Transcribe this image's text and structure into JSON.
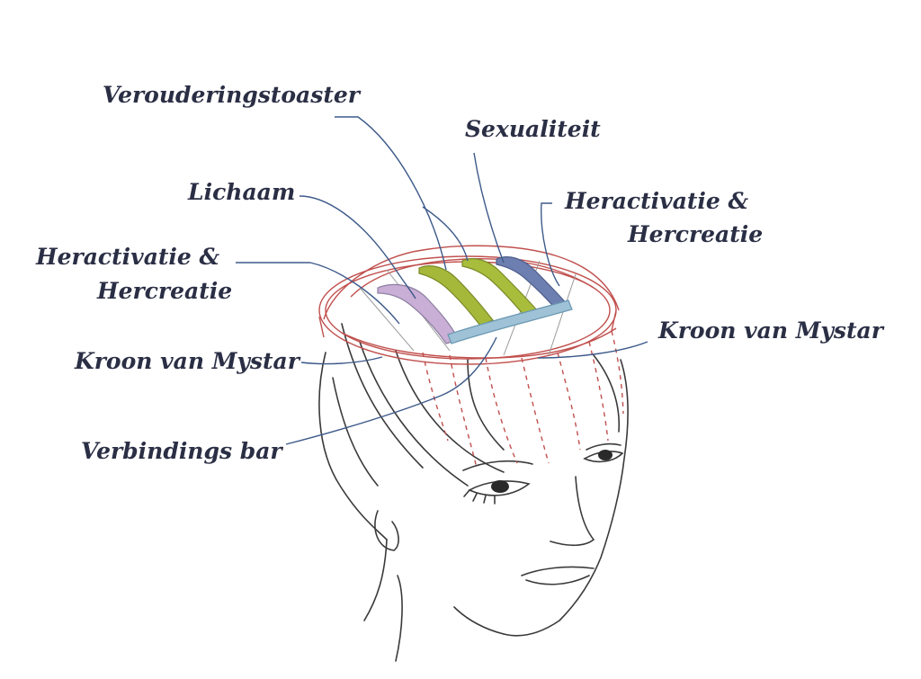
{
  "labels": {
    "verouderingstoaster": "Verouderingstoaster",
    "sexualiteit": "Sexualiteit",
    "lichaam": "Lichaam",
    "heractivatie_right_line1": "Heractivatie &",
    "heractivatie_right_line2": "Hercreatie",
    "heractivatie_left_line1": "Heractivatie &",
    "heractivatie_left_line2": "Hercreatie",
    "kroon_right": "Kroon van Mystar",
    "kroon_left": "Kroon van Mystar",
    "verbindings_bar": "Verbindings bar"
  },
  "colors": {
    "label_text": "#2b2f45",
    "leader_line": "#3d5a8a",
    "sketch_line": "#3a3a3a",
    "crown_red": "#c0504d",
    "bar_lichaam": "#c9aed6",
    "bar_verouderingstoaster": "#a5b83a",
    "bar_sexualiteit": "#a8bd3c",
    "bar_heractivatie": "#6d7fb0",
    "bar_verbindings": "#9fc2d6"
  }
}
